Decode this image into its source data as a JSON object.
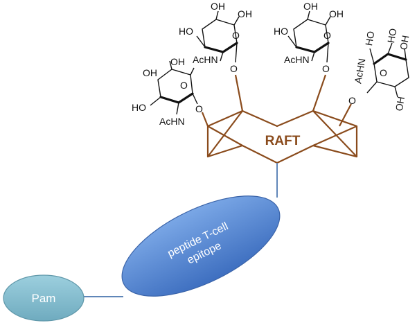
{
  "scaffold": {
    "label": "RAFT"
  },
  "peptide": {
    "line1": "peptide T-cell",
    "line2": "epitope"
  },
  "lipid": {
    "label": "Pam"
  },
  "sugars": {
    "oh": "OH",
    "ho": "HO",
    "o": "O",
    "achn": "AcHN"
  },
  "colors": {
    "raft": "#8a4b1c",
    "peptide_fill": "#5b8bd6",
    "pam_fill": "#84bccd",
    "linker": "#5f86b8"
  }
}
